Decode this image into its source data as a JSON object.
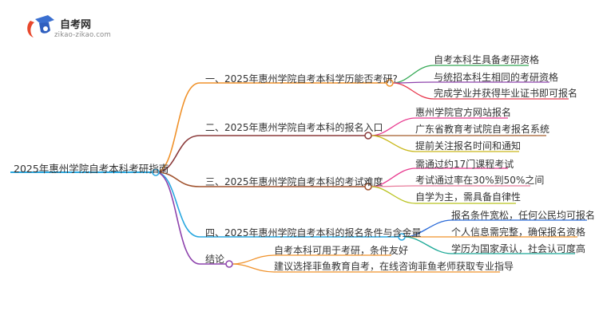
{
  "logo": {
    "title": "自考网",
    "url": "zikao-zikao.com"
  },
  "root": "2025年惠州学院自考本科考研指南",
  "branches": [
    {
      "label": "一、2025年惠州学院自考本科学历能否考研?",
      "color": "#f0922b",
      "children": [
        {
          "label": "自考本科生具备考研资格",
          "color": "#33a853"
        },
        {
          "label": "与统招本科生相同的考研资格",
          "color": "#8e44ad"
        },
        {
          "label": "完成学业并获得毕业证书即可报名",
          "color": "#e83a4f"
        }
      ]
    },
    {
      "label": "二、2025年惠州学院自考本科的报名入口",
      "color": "#8b3a3a",
      "children": [
        {
          "label": "惠州学院官方网站报名",
          "color": "#e83a8f"
        },
        {
          "label": "广东省教育考试院自考报名系统",
          "color": "#a35c2a"
        },
        {
          "label": "提前关注报名时间和通知",
          "color": "#c9b81c"
        }
      ]
    },
    {
      "label": "三、2025年惠州学院自考本科的考试难度",
      "color": "#a0522d",
      "children": [
        {
          "label": "需通过约17门课程考试",
          "color": "#e83a8f"
        },
        {
          "label": "考试通过率在30%到50%之间",
          "color": "#e87a9a"
        },
        {
          "label": "自学为主，需具备自律性",
          "color": "#b8c21c"
        }
      ]
    },
    {
      "label": "四、2025年惠州学院自考本科的报名条件与含金量",
      "color": "#2aa8e0",
      "children": [
        {
          "label": "报名条件宽松，任何公民均可报名",
          "color": "#2a6ad8"
        },
        {
          "label": "个人信息需完整，确保报名资格",
          "color": "#f0922b"
        },
        {
          "label": "学历为国家承认，社会认可度高",
          "color": "#1aa896"
        }
      ]
    },
    {
      "label": "结论",
      "color": "#8e44ad",
      "children": [
        {
          "label": "自考本科可用于考研，条件友好",
          "color": "#f0922b"
        },
        {
          "label": "建议选择菲鱼教育自考，在线咨询菲鱼老师获取专业指导",
          "color": "#f0922b"
        }
      ]
    }
  ]
}
